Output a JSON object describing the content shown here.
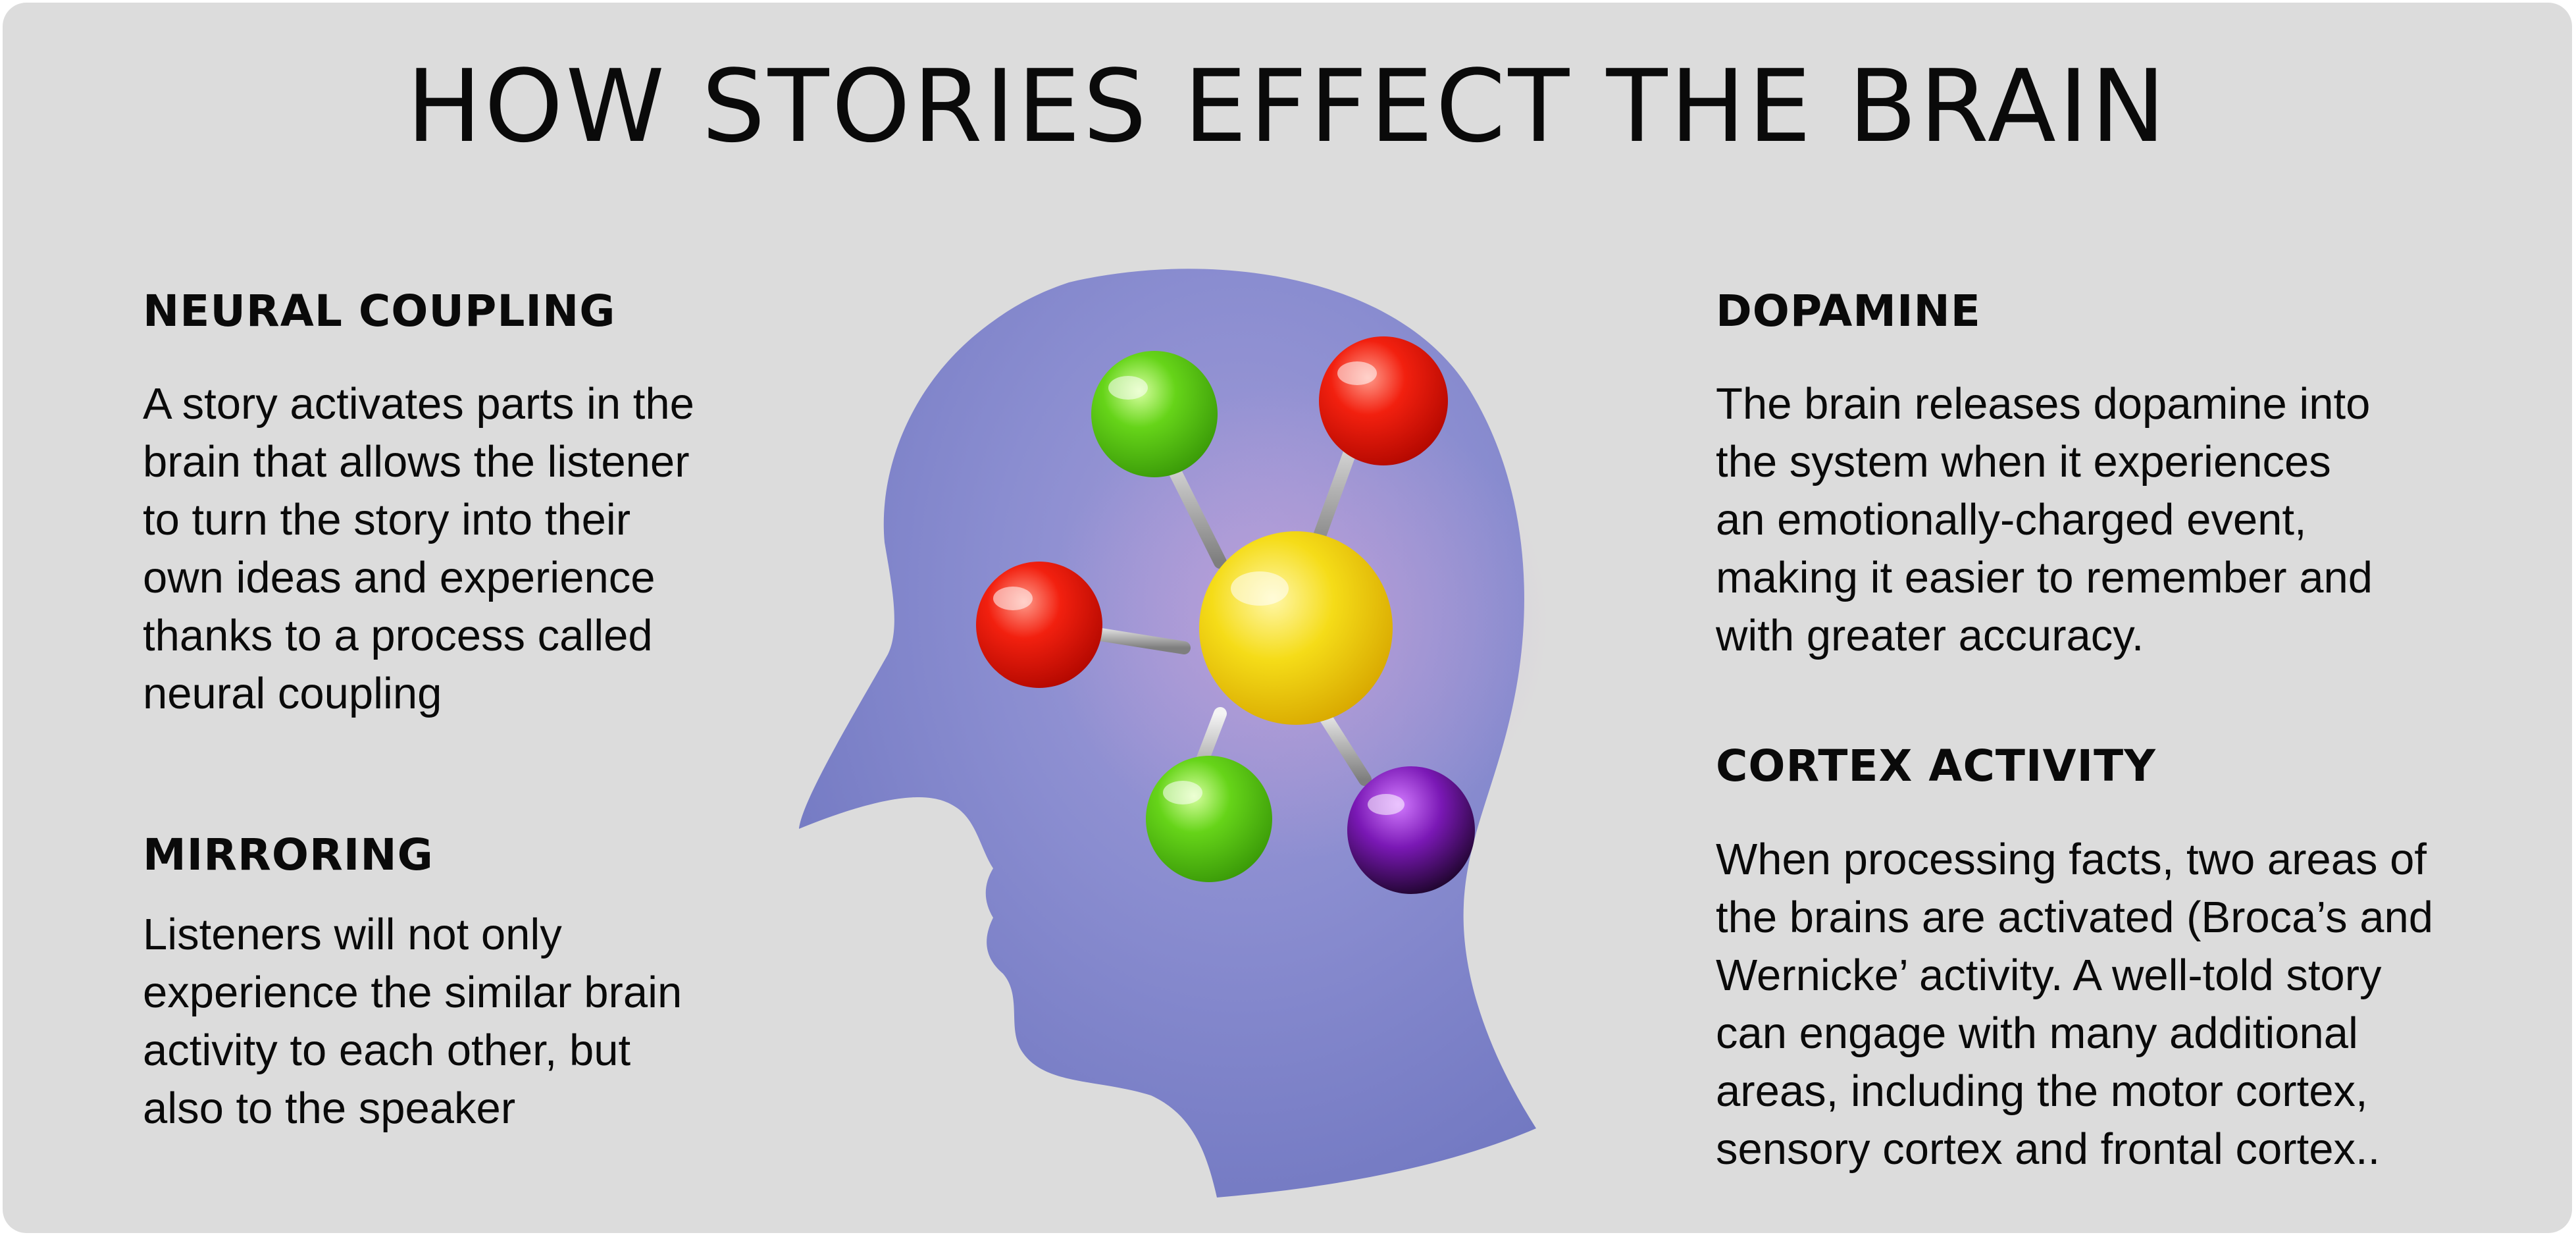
{
  "title": "HOW STORIES EFFECT THE BRAIN",
  "sections": {
    "neural_coupling": {
      "heading": "NEURAL COUPLING",
      "text": "A story activates parts in the\nbrain that allows the listener\nto turn the story into their\nown ideas and experience\nthanks to a process called\nneural coupling"
    },
    "mirroring": {
      "heading": "MIRRORING",
      "text": "Listeners will not only\nexperience the similar brain\nactivity to each other, but\nalso to the speaker"
    },
    "dopamine": {
      "heading": "DOPAMINE",
      "text": "The brain releases dopamine into\nthe system when it experiences\nan emotionally-charged event,\nmaking it easier to remember and\nwith greater accuracy."
    },
    "cortex_activity": {
      "heading": "CORTEX ACTIVITY",
      "text": "When processing facts, two areas of\nthe brains are activated (Broca’s and\nWernicke’ activity. A well-told story\ncan engage with many additional\nareas, including the motor cortex,\nsensory cortex and frontal cortex.."
    }
  },
  "illustration": {
    "icon": "head-with-molecule-icon",
    "colors": {
      "head": "#7f85c8",
      "center_atom": "#f2d50a",
      "red_atom": "#e8140f",
      "green_atom": "#5bcc12",
      "purple_atom": "#7a1bb0"
    }
  }
}
